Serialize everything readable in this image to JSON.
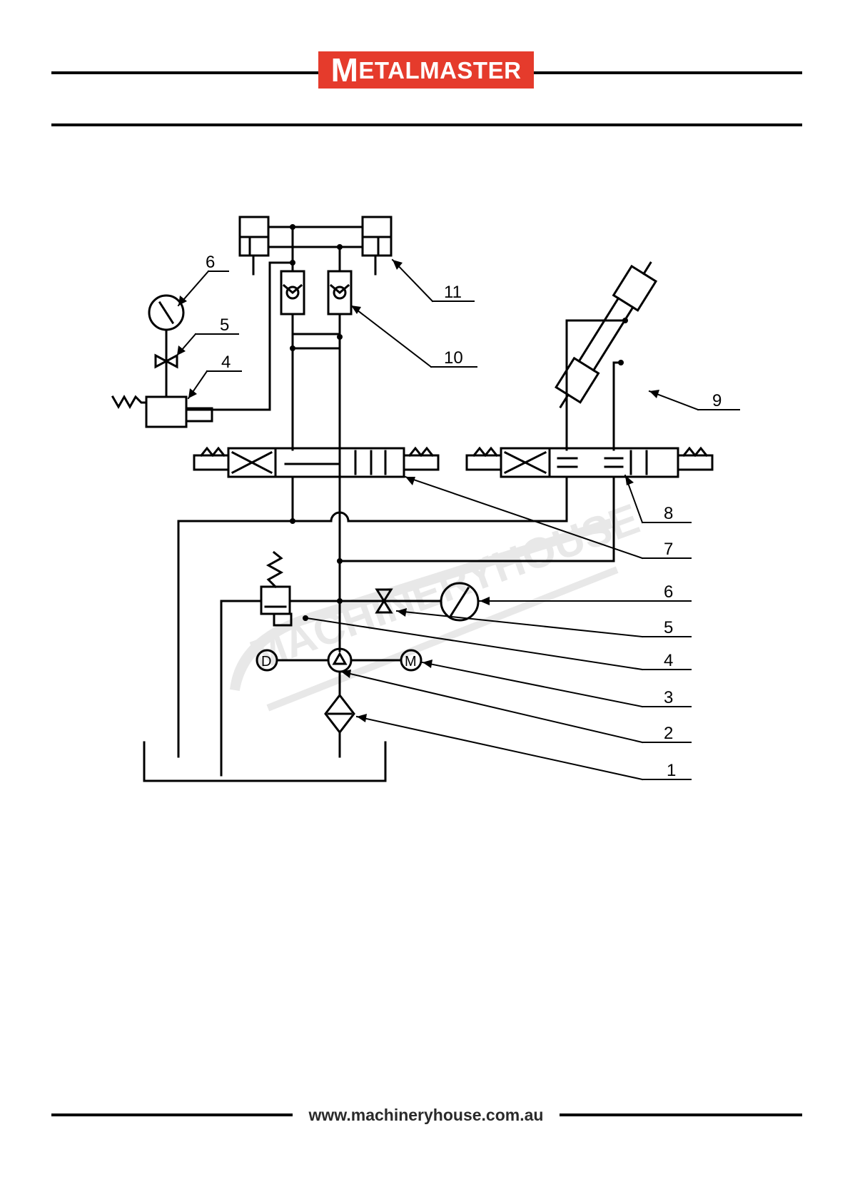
{
  "header": {
    "logo_text": "METALMASTER",
    "brand_color": "#e53b2c"
  },
  "watermark": {
    "text": "MACHINERYHOUSE"
  },
  "diagram": {
    "callouts_left": [
      "6",
      "5",
      "4"
    ],
    "callouts_top": [
      "11",
      "10",
      "9",
      "8",
      "7"
    ],
    "callouts_right": [
      "6",
      "5",
      "4",
      "3",
      "2",
      "1"
    ],
    "symbol_letters": {
      "pump_drive": "D",
      "motor": "M"
    }
  },
  "footer": {
    "url": "www.machineryhouse.com.au"
  }
}
